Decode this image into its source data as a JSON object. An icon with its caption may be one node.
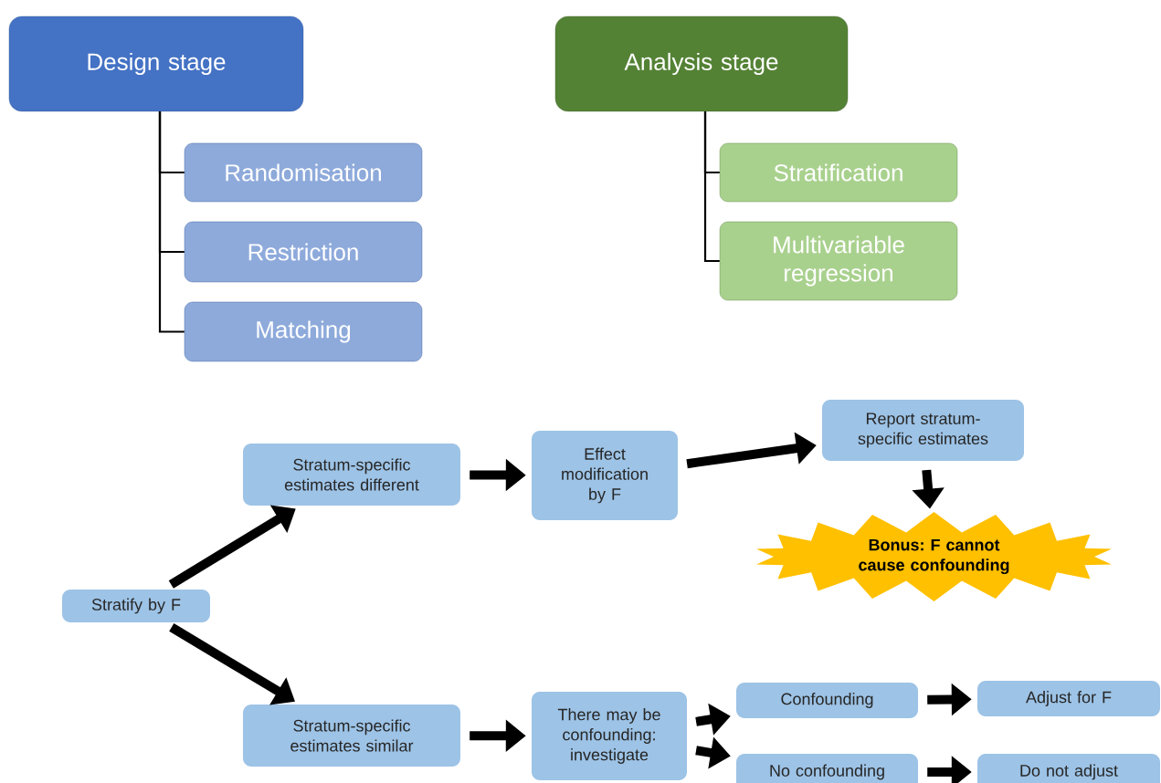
{
  "diagram": {
    "nodes": [
      {
        "text": [
          "Design stage"
        ]
      },
      {
        "text": [
          "Randomisation"
        ]
      },
      {
        "text": [
          "Restriction"
        ]
      },
      {
        "text": [
          "Matching"
        ]
      },
      {
        "text": [
          "Analysis stage"
        ]
      },
      {
        "text": [
          "Stratification"
        ]
      },
      {
        "text": [
          "Multivariable regression"
        ]
      },
      {
        "text": [
          "Stratify by F"
        ]
      },
      {
        "text": [
          "Stratum-specific estimates different"
        ]
      },
      {
        "text": [
          "Effect modification by F"
        ]
      },
      {
        "text": [
          "Report stratum-specific estimates"
        ]
      },
      {
        "text": [
          "Bonus: F cannot cause confounding"
        ]
      },
      {
        "text": [
          "Stratum-specific estimates similar"
        ]
      },
      {
        "text": [
          "There may be confounding: investigate"
        ]
      },
      {
        "text": [
          "Confounding"
        ]
      },
      {
        "text": [
          "Adjust for F"
        ]
      },
      {
        "text": [
          "No confounding"
        ]
      },
      {
        "text": [
          "Do not adjust"
        ]
      }
    ],
    "edges": [
      {
        "from": 0,
        "to": 1,
        "arrow": "none"
      },
      {
        "from": 0,
        "to": 2,
        "arrow": "none"
      },
      {
        "from": 0,
        "to": 3,
        "arrow": "none"
      },
      {
        "from": 4,
        "to": 5,
        "arrow": "none"
      },
      {
        "from": 4,
        "to": 6,
        "arrow": "none"
      },
      {
        "from": 7,
        "to": 8,
        "arrow": "to"
      },
      {
        "from": 8,
        "to": 9,
        "arrow": "to"
      },
      {
        "from": 9,
        "to": 10,
        "arrow": "to"
      },
      {
        "from": 10,
        "to": 11,
        "arrow": "to"
      },
      {
        "from": 7,
        "to": 12,
        "arrow": "to"
      },
      {
        "from": 12,
        "to": 13,
        "arrow": "to"
      },
      {
        "from": 13,
        "to": 14,
        "arrow": "to"
      },
      {
        "from": 13,
        "to": 16,
        "arrow": "to"
      },
      {
        "from": 14,
        "to": 15,
        "arrow": "to"
      },
      {
        "from": 16,
        "to": 17,
        "arrow": "to"
      }
    ]
  }
}
